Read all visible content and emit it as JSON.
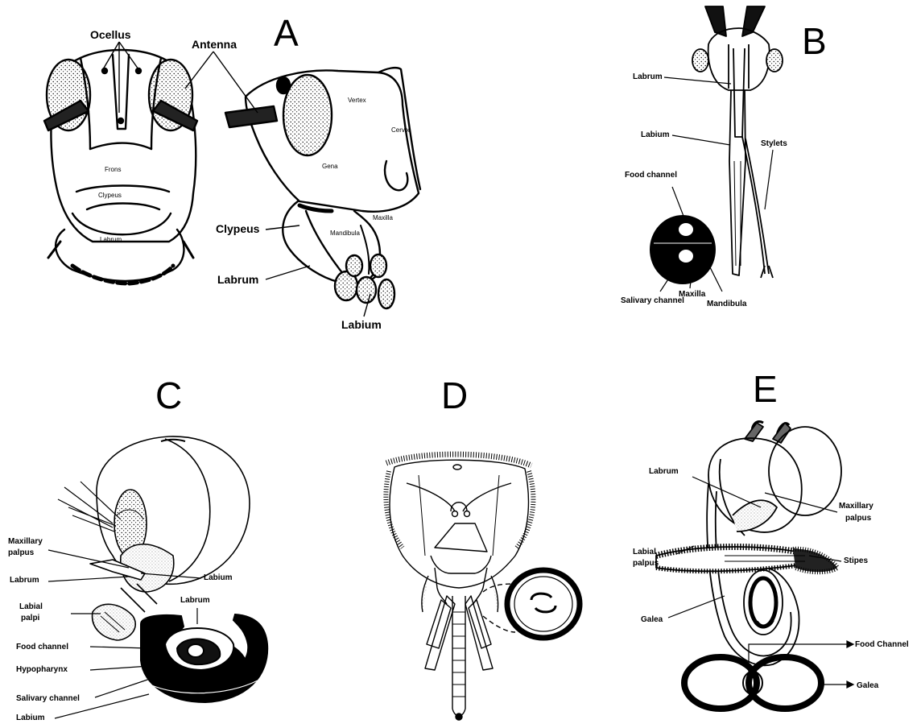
{
  "panels": {
    "A": {
      "letter": "A",
      "labels": {
        "ocellus": "Ocellus",
        "antenna": "Antenna",
        "frons": "Frons",
        "clypeus_inner": "Clypeus",
        "labrum_inner": "Labrum",
        "vertex": "Vertex",
        "cervix": "Cervix",
        "gena": "Gena",
        "maxilla": "Maxilla",
        "mandibula": "Mandibula",
        "clypeus": "Clypeus",
        "labrum": "Labrum",
        "labium": "Labium"
      }
    },
    "B": {
      "letter": "B",
      "labels": {
        "labrum": "Labrum",
        "labium": "Labium",
        "stylets": "Stylets",
        "food_channel": "Food channel",
        "salivary_channel": "Salivary channel",
        "maxilla": "Maxilla",
        "mandibula": "Mandibula"
      }
    },
    "C": {
      "letter": "C",
      "labels": {
        "maxillary_palpus_1": "Maxillary",
        "maxillary_palpus_2": "palpus",
        "labrum": "Labrum",
        "labium_top": "Labium",
        "labial_palpi_1": "Labial",
        "labial_palpi_2": "palpi",
        "labrum_section": "Labrum",
        "food_channel": "Food channel",
        "hypopharynx": "Hypopharynx",
        "salivary_channel": "Salivary channel",
        "labium": "Labium"
      }
    },
    "D": {
      "letter": "D"
    },
    "E": {
      "letter": "E",
      "labels": {
        "labrum": "Labrum",
        "maxillary_palpus_1": "Maxillary",
        "maxillary_palpus_2": "palpus",
        "labial_palpus_1": "Labial",
        "labial_palpus_2": "palpus",
        "stipes": "Stipes",
        "galea": "Galea",
        "food_channel": "Food Channel",
        "galea_section": "Galea"
      }
    }
  }
}
